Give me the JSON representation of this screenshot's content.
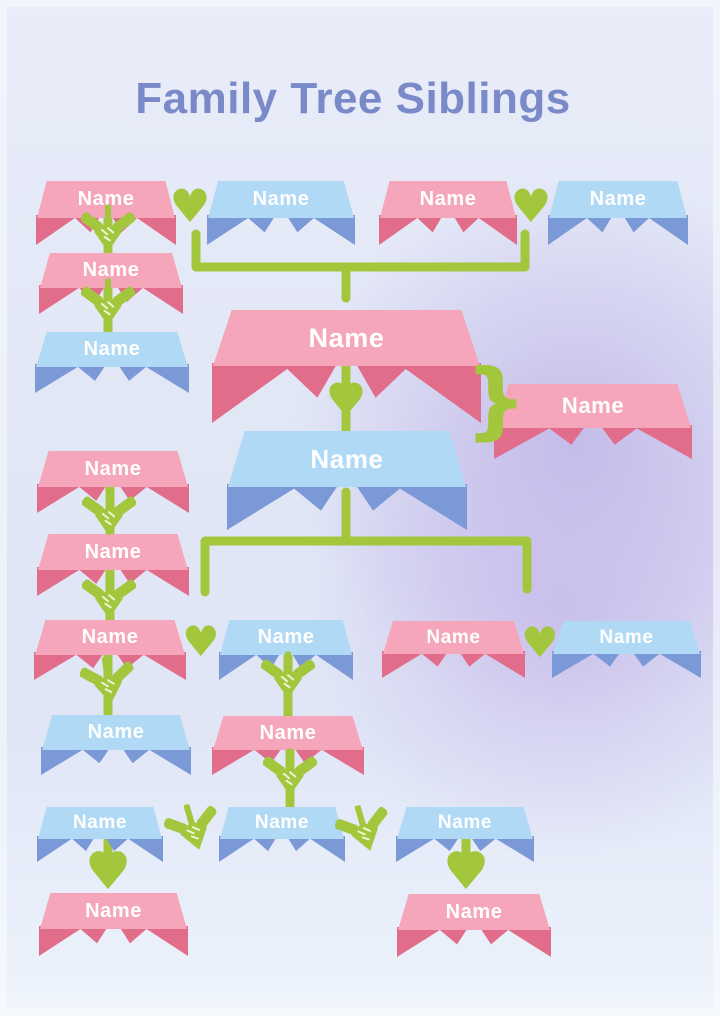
{
  "title": "Family Tree Siblings",
  "palette": {
    "pink": "#f5a6ba",
    "pink_dark": "#e26d8b",
    "blue": "#afd9f4",
    "blue_dark": "#7b99d7",
    "green": "#a2c73c",
    "title_color": "#7a89c8",
    "label_color": "#ffffff",
    "background_accent": "#c5bcea"
  },
  "icons": {
    "heart": "♥",
    "brace": "}",
    "handshake": "handshake-icon",
    "heart_arrow": "heart-down-arrow-icon"
  },
  "nodes": [
    {
      "id": "gen1-left-mother",
      "label": "Name",
      "variant": "pink"
    },
    {
      "id": "gen1-left-father",
      "label": "Name",
      "variant": "blue"
    },
    {
      "id": "gen1-right-mother",
      "label": "Name",
      "variant": "pink"
    },
    {
      "id": "gen1-right-father",
      "label": "Name",
      "variant": "blue"
    },
    {
      "id": "left-chain-sibling-1",
      "label": "Name",
      "variant": "pink"
    },
    {
      "id": "left-chain-sibling-2",
      "label": "Name",
      "variant": "blue"
    },
    {
      "id": "gen2-mother",
      "label": "Name",
      "variant": "pink"
    },
    {
      "id": "gen2-mother-sibling",
      "label": "Name",
      "variant": "pink"
    },
    {
      "id": "gen2-father",
      "label": "Name",
      "variant": "blue"
    },
    {
      "id": "left-chain-sibling-3",
      "label": "Name",
      "variant": "pink"
    },
    {
      "id": "left-chain-sibling-4",
      "label": "Name",
      "variant": "pink"
    },
    {
      "id": "gen3-left-mother",
      "label": "Name",
      "variant": "pink"
    },
    {
      "id": "gen3-left-father",
      "label": "Name",
      "variant": "blue"
    },
    {
      "id": "gen3-right-mother",
      "label": "Name",
      "variant": "pink"
    },
    {
      "id": "gen3-right-father",
      "label": "Name",
      "variant": "blue"
    },
    {
      "id": "gen4-sibling-1",
      "label": "Name",
      "variant": "blue"
    },
    {
      "id": "gen4-sibling-2",
      "label": "Name",
      "variant": "pink"
    },
    {
      "id": "gen5-sibling-1",
      "label": "Name",
      "variant": "blue"
    },
    {
      "id": "gen5-sibling-2",
      "label": "Name",
      "variant": "blue"
    },
    {
      "id": "gen5-sibling-3",
      "label": "Name",
      "variant": "blue"
    },
    {
      "id": "gen6-child-left",
      "label": "Name",
      "variant": "pink"
    },
    {
      "id": "gen6-child-right",
      "label": "Name",
      "variant": "pink"
    }
  ]
}
